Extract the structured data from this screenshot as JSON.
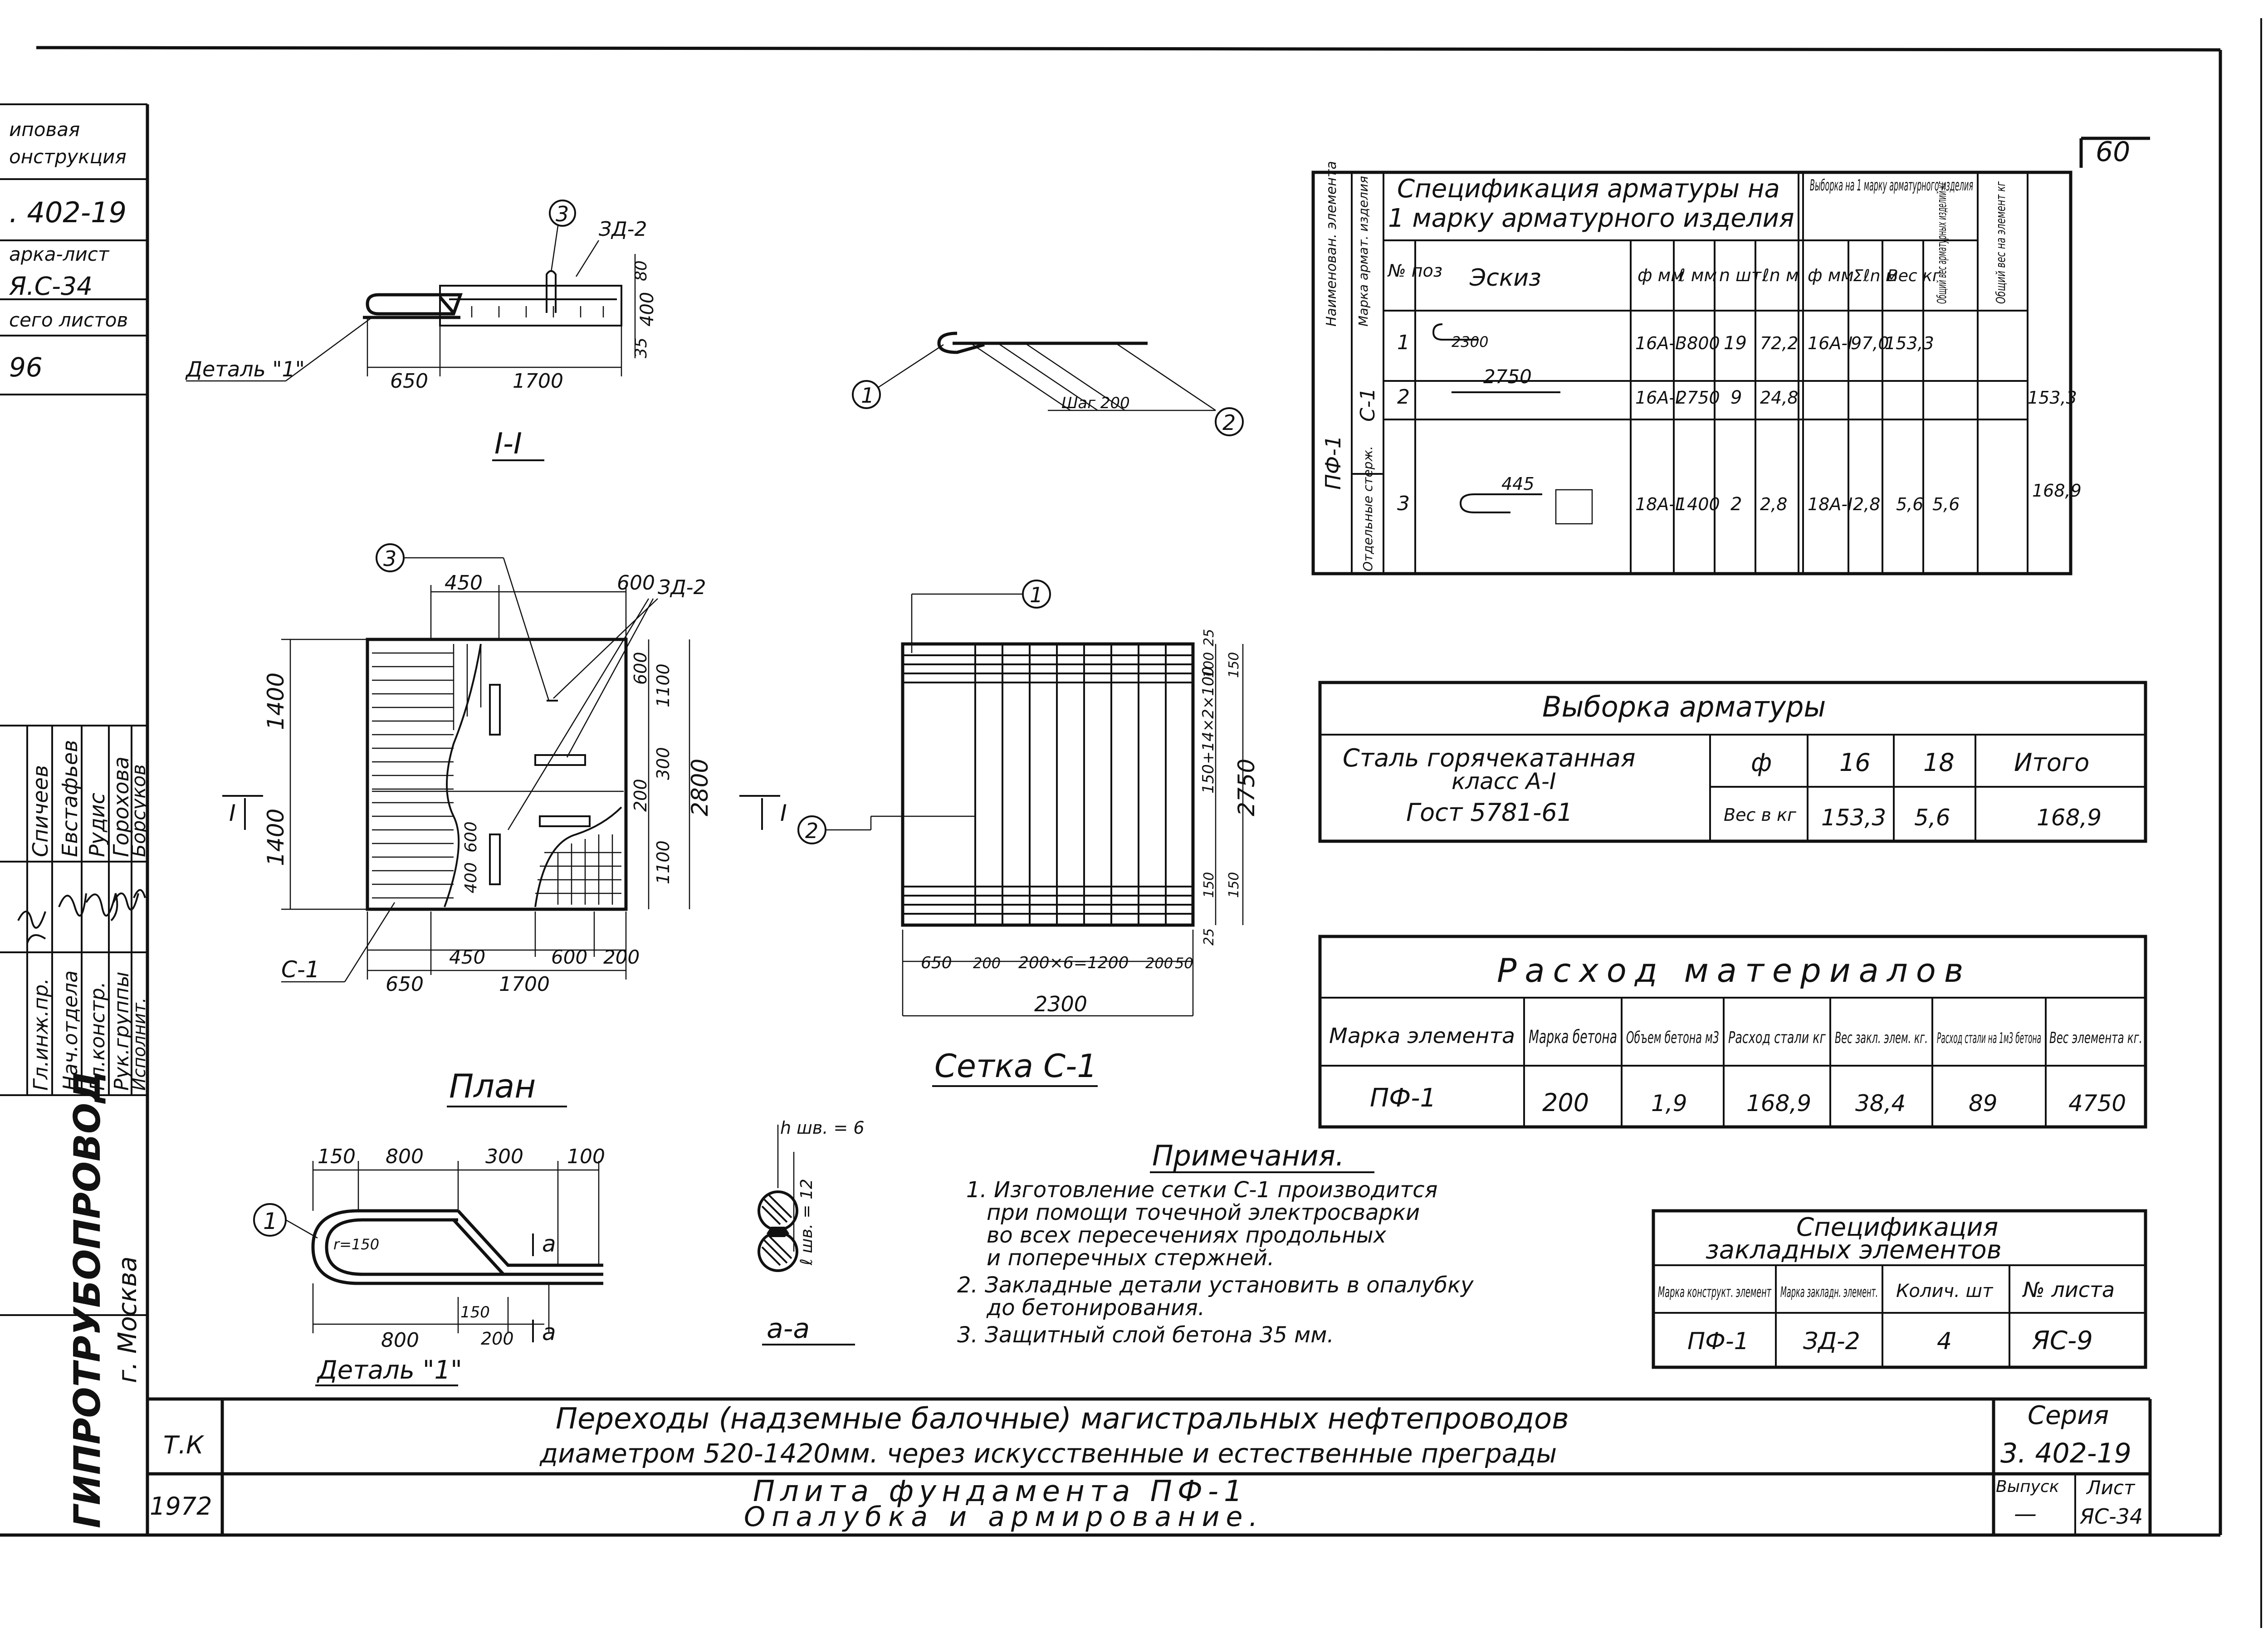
{
  "sheet_number": "60",
  "left_stamp": {
    "title_lines": [
      "иповая",
      "онструкция"
    ],
    "series": ". 402-19",
    "mark_label": "арка-лист",
    "mark": "Я.С-34",
    "total_label": "сего листов",
    "total": "96"
  },
  "org": "ГИПРОТРУБОПРОВОД",
  "city": "г. Москва",
  "signatures": {
    "roles": [
      "Гл.инж.пр.",
      "Нач.отдела",
      "Гл.констр.",
      "Рук.группы",
      "Исполнит."
    ],
    "names": [
      "Спичеев",
      "Евстафьев",
      "Рудис",
      "Горохова",
      "Борсуков"
    ]
  },
  "section_1_1": {
    "caption": "I-I",
    "detail_label": "Деталь \"1\"",
    "callout_3": "3",
    "zd_label": "ЗД-2",
    "dims": {
      "a": "650",
      "b": "1700",
      "h1": "80",
      "h2": "400",
      "h3": "35"
    }
  },
  "plan": {
    "caption": "План",
    "top_dims": [
      "450",
      "600"
    ],
    "zd_label": "ЗД-2",
    "callout": "3",
    "left_dims": [
      "1400",
      "1400"
    ],
    "right_dims": [
      "600",
      "1100",
      "200",
      "300",
      "1100"
    ],
    "overall_right": "2800",
    "inner_dims": [
      "400",
      "600"
    ],
    "bottom_dims_a": [
      "450",
      "600",
      "200"
    ],
    "bottom_dims_b": [
      "650",
      "1700"
    ],
    "section_mark": "I",
    "mesh_label": "С-1"
  },
  "bar_sketch": {
    "callout_1": "1",
    "callout_2": "2",
    "step": "Шаг 200"
  },
  "mesh_c1": {
    "caption": "Сетка С-1",
    "callout_1": "1",
    "callout_2": "2",
    "right_dims": [
      "25",
      "150",
      "100",
      "150",
      "150",
      "25"
    ],
    "span_label": "150+14×2×100",
    "overall_right": "2750",
    "bottom_dims": [
      "650",
      "200",
      "200×6=1200",
      "200",
      "50"
    ],
    "overall_bottom": "2300"
  },
  "spec_table": {
    "title_line1": "Спецификация арматуры на",
    "title_line2": "1 марку арматурного изделия",
    "selection_title": "Выборка на 1 марку арматурного изделия",
    "col_name_element": "Наименован. элемента",
    "col_mark": "Марка армат. изделия",
    "col_pos": "№ поз",
    "col_sketch": "Эскиз",
    "col_phi": "ф мм",
    "col_l": "ℓ мм",
    "col_n": "n шт.",
    "col_ln": "ℓn м",
    "col_sel_phi": "ф мм",
    "col_sel_sum": "Σℓn м",
    "col_sel_weight": "Вес кг",
    "col_total_item": "Общий вес арматурных изделий кг",
    "col_total_element": "Общий вес на элемент кг",
    "element": "ПФ-1",
    "mark_c1": "С-1",
    "separate_bars": "Отдельные стерж.",
    "rows": [
      {
        "pos": "1",
        "sketch": "2300",
        "phi": "16А-I",
        "l": "3800",
        "n": "19",
        "ln": "72,2",
        "sel_phi": "16А-I",
        "sel_sum": "97,0",
        "sel_weight": "153,3",
        "total_item": ""
      },
      {
        "pos": "2",
        "sketch": "2750",
        "phi": "16А-I",
        "l": "2750",
        "n": "9",
        "ln": "24,8",
        "sel_phi": "",
        "sel_sum": "",
        "sel_weight": "",
        "total_item": "153,3"
      },
      {
        "pos": "3",
        "sketch": "445",
        "phi": "18А-I",
        "l": "1400",
        "n": "2",
        "ln": "2,8",
        "sel_phi": "18А-I",
        "sel_sum": "2,8",
        "sel_weight": "5,6",
        "total_item": "5,6"
      }
    ],
    "total_element": "168,9"
  },
  "selection": {
    "title": "Выборка арматуры",
    "steel_lines": [
      "Сталь горячекатанная",
      "класс А-I",
      "Гост 5781-61"
    ],
    "phi": "ф",
    "d1": "16",
    "d2": "18",
    "total_label": "Итого",
    "weight_label": "Вес в кг",
    "w1": "153,3",
    "w2": "5,6",
    "w_total": "168,9"
  },
  "materials": {
    "title": "Расход материалов",
    "headers": [
      "Марка элемента",
      "Марка бетона",
      "Объем бетона м3",
      "Расход стали кг",
      "Вес закл. элем. кг.",
      "Расход стали на 1м3 бетона",
      "Вес элемента кг."
    ],
    "row": [
      "ПФ-1",
      "200",
      "1,9",
      "168,9",
      "38,4",
      "89",
      "4750"
    ]
  },
  "notes": {
    "title": "Примечания.",
    "items": [
      "1. Изготовление сетки С-1 производится",
      "при помощи точечной электросварки",
      "во всех пересечениях продольных",
      "и поперечных стержней.",
      "2. Закладные детали установить в опалубку",
      "до бетонирования.",
      "3. Защитный слой бетона 35 мм."
    ]
  },
  "embedded": {
    "title_line1": "Спецификация",
    "title_line2": "закладных элементов",
    "headers": [
      "Марка конструкт. элемент",
      "Марка закладн. элемент.",
      "Колич. шт",
      "№ листа"
    ],
    "row": [
      "ПФ-1",
      "ЗД-2",
      "4",
      "ЯС-9"
    ]
  },
  "detail_1": {
    "caption": "Деталь \"1\"",
    "top_dims": [
      "150",
      "800",
      "300",
      "100"
    ],
    "radius": "r=150",
    "callout": "1",
    "bottom_dims": [
      "800",
      "150",
      "200"
    ],
    "cut": "а"
  },
  "section_aa": {
    "caption": "а-а",
    "weld_top": "h шв. = 6",
    "weld_len": "ℓ шв. = 12"
  },
  "title_block": {
    "tk": "Т.К",
    "year": "1972",
    "title_line1": "Переходы (надземные балочные) магистральных нефтепроводов",
    "title_line2": "диаметром 520-1420мм. через искусственные и естественные преграды",
    "subtitle_line1": "Плита фундамента ПФ-1",
    "subtitle_line2": "Опалубка и армирование.",
    "series_label": "Серия",
    "series": "3. 402-19",
    "issue_label": "Выпуск",
    "issue": "—",
    "sheet_label": "Лист",
    "sheet": "ЯС-34"
  }
}
